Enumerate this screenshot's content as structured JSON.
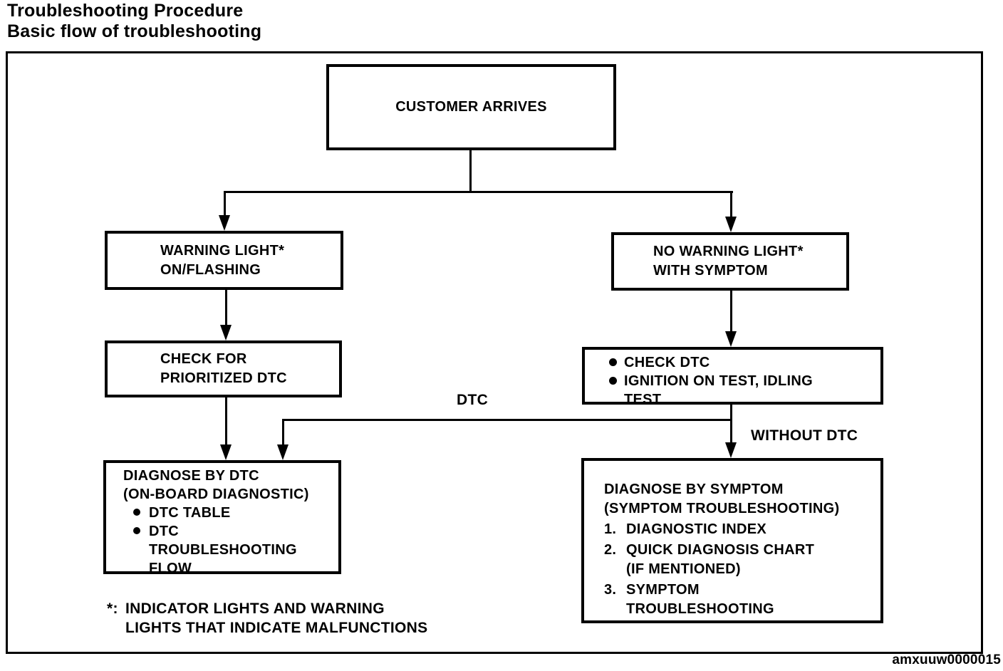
{
  "page": {
    "title_line1": "Troubleshooting Procedure",
    "title_line2": "Basic flow of troubleshooting",
    "figure_code": "amxuuw0000015"
  },
  "colors": {
    "ink": "#000000",
    "paper": "#ffffff"
  },
  "flowchart": {
    "nodes": {
      "customer_arrives": {
        "label": "CUSTOMER ARRIVES"
      },
      "warning_light": {
        "line1": "WARNING LIGHT*",
        "line2": "ON/FLASHING"
      },
      "no_warning_light": {
        "line1": "NO WARNING LIGHT*",
        "line2": "WITH SYMPTOM"
      },
      "check_prioritized_dtc": {
        "line1": "CHECK FOR",
        "line2": "PRIORITIZED DTC"
      },
      "check_dtc": {
        "bullets": [
          {
            "lines": [
              "CHECK DTC"
            ]
          },
          {
            "lines": [
              "IGNITION ON TEST, IDLING",
              "TEST"
            ]
          }
        ]
      },
      "diagnose_by_dtc": {
        "title": "DIAGNOSE BY DTC",
        "subtitle": "(ON-BOARD DIAGNOSTIC)",
        "bullets": [
          {
            "lines": [
              "DTC TABLE"
            ]
          },
          {
            "lines": [
              "DTC",
              "TROUBLESHOOTING",
              "FLOW"
            ]
          }
        ]
      },
      "diagnose_by_symptom": {
        "title": "DIAGNOSE BY SYMPTOM",
        "subtitle": "(SYMPTOM TROUBLESHOOTING)",
        "items": [
          {
            "num": "1.",
            "lines": [
              "DIAGNOSTIC INDEX"
            ]
          },
          {
            "num": "2.",
            "lines": [
              "QUICK DIAGNOSIS CHART",
              "(IF MENTIONED)"
            ]
          },
          {
            "num": "3.",
            "lines": [
              "SYMPTOM",
              "TROUBLESHOOTING"
            ]
          }
        ]
      }
    },
    "edge_labels": {
      "dtc": "DTC",
      "without_dtc": "WITHOUT DTC"
    },
    "footnote": {
      "marker": "*:",
      "line1": "INDICATOR LIGHTS AND WARNING",
      "line2": "LIGHTS THAT INDICATE MALFUNCTIONS"
    }
  }
}
